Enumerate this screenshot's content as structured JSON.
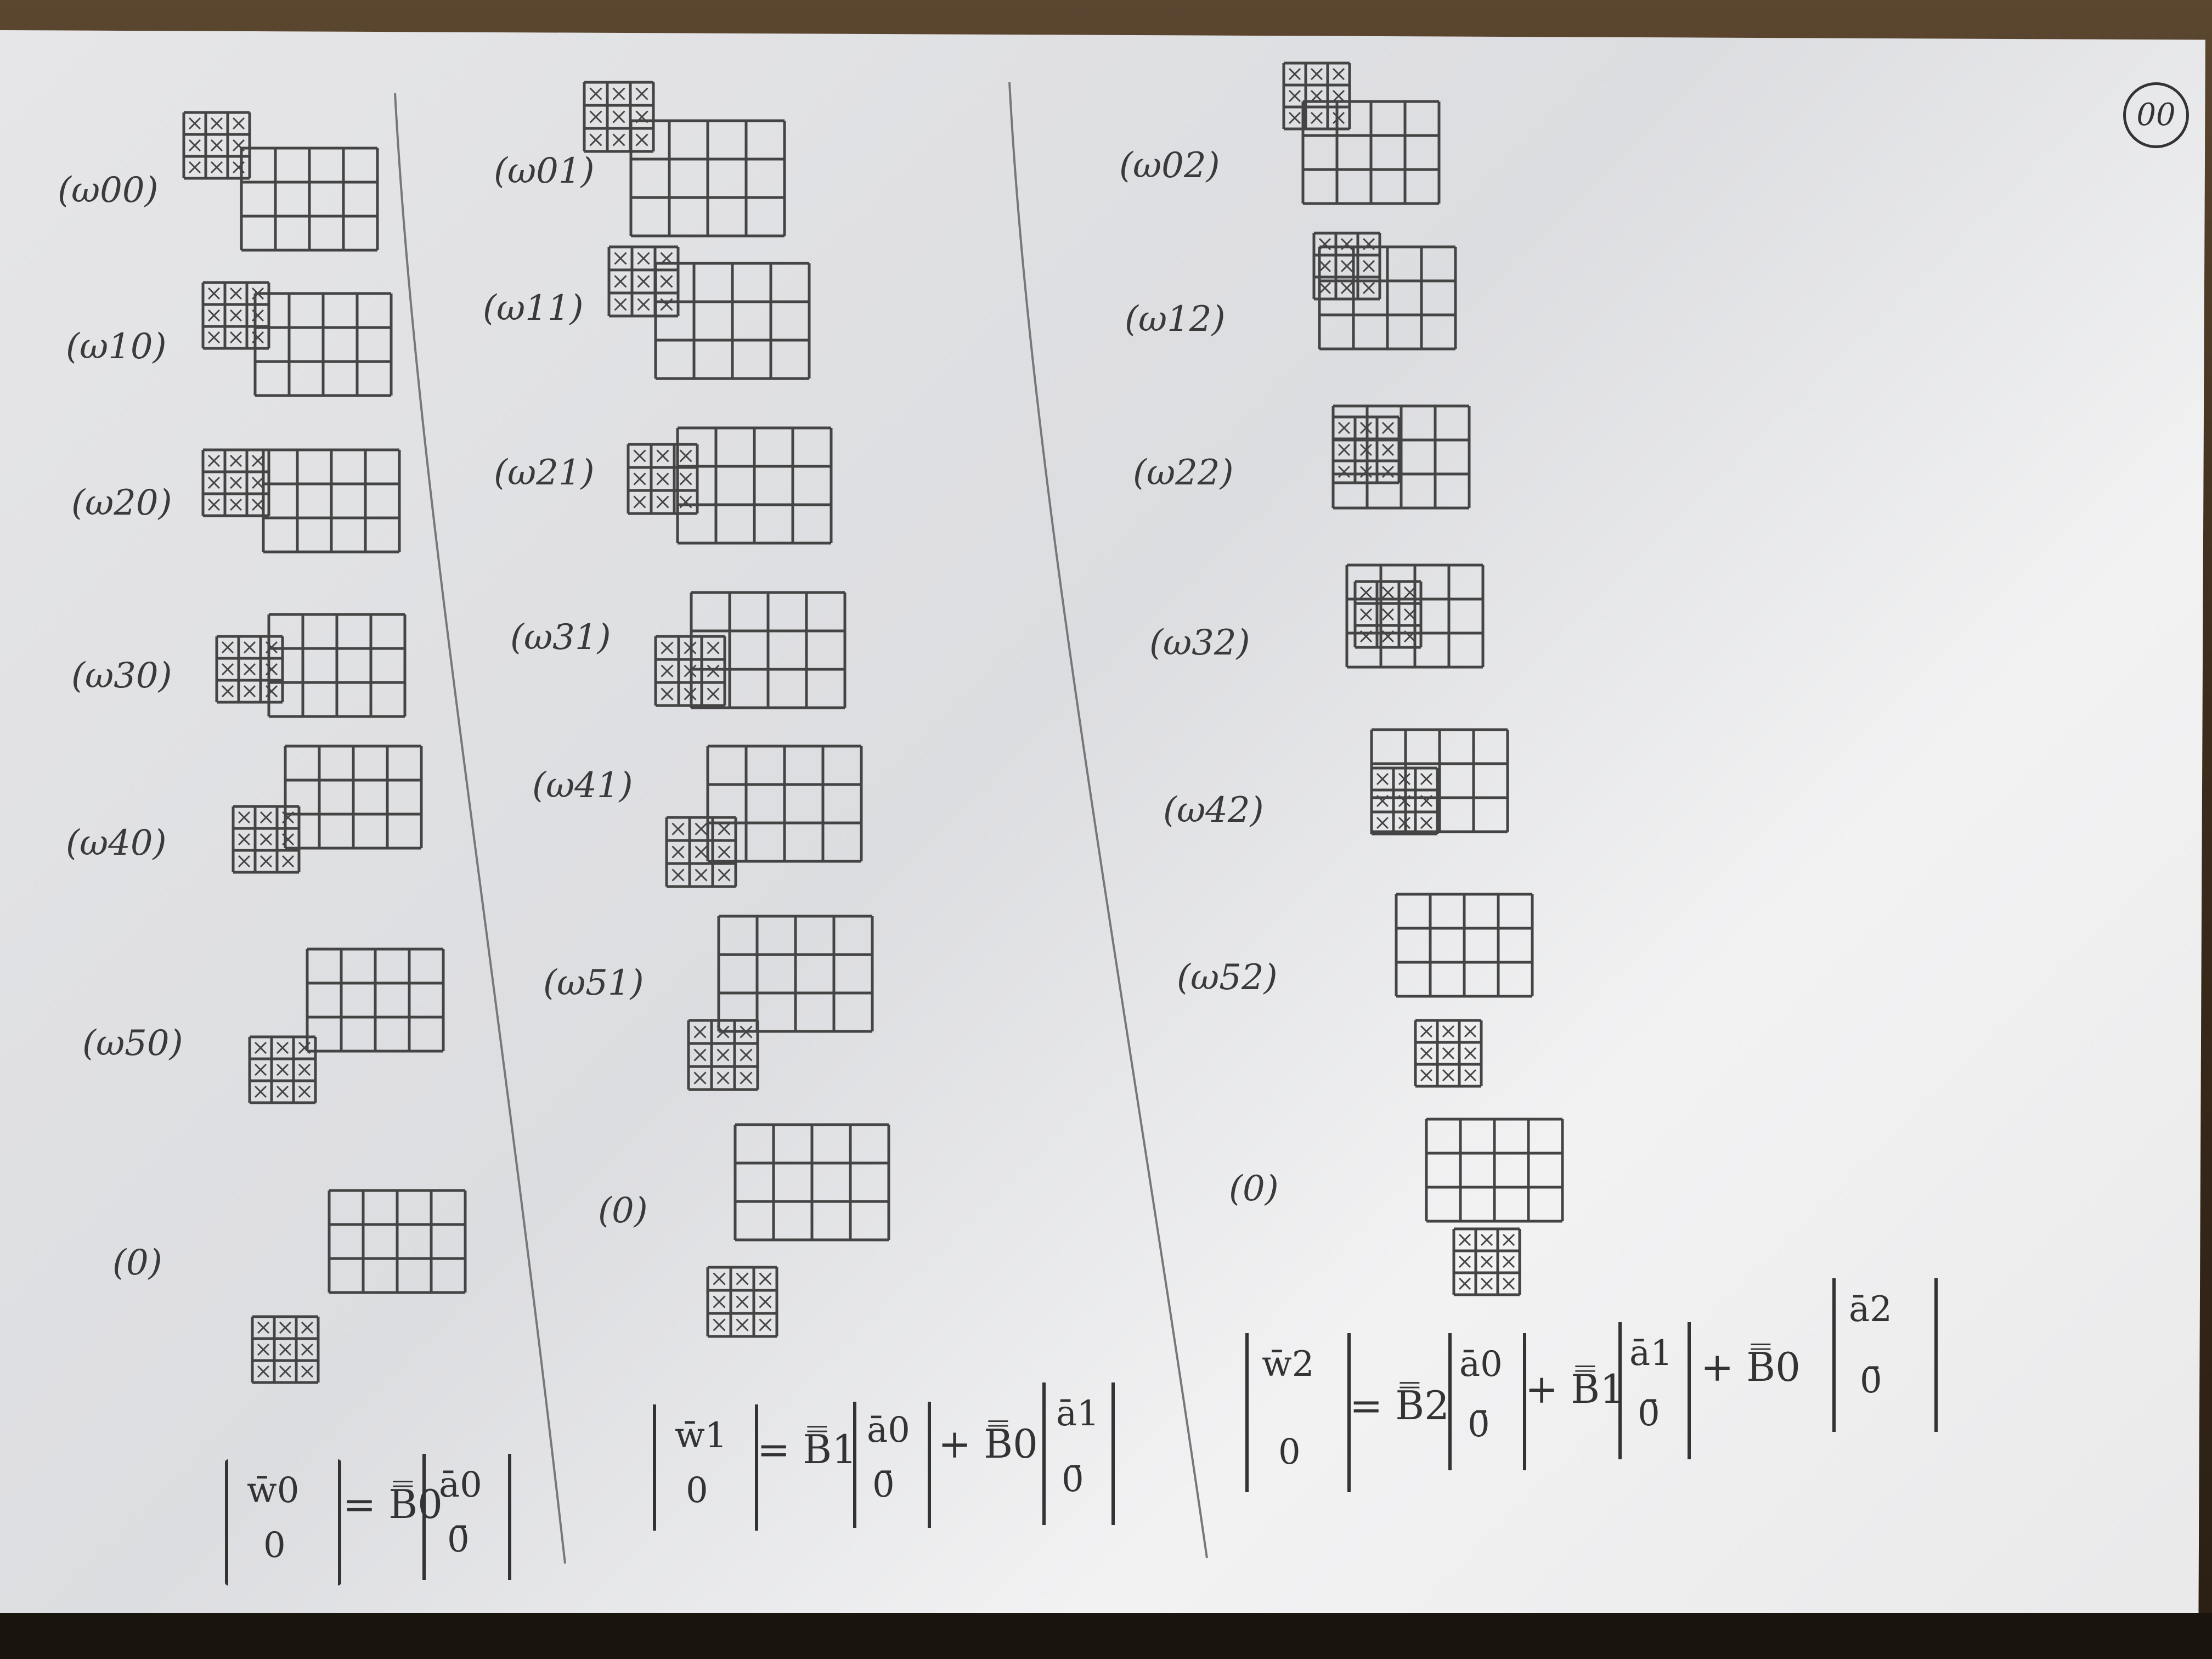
{
  "page_number": "00",
  "columns": [
    {
      "id": "col0",
      "rows": [
        {
          "label": "(ω00)"
        },
        {
          "label": "(ω10)"
        },
        {
          "label": "(ω20)"
        },
        {
          "label": "(ω30)"
        },
        {
          "label": "(ω40)"
        },
        {
          "label": "(ω50)"
        },
        {
          "label": "(0)"
        }
      ],
      "equation": {
        "lhs_top": "w̄0",
        "lhs_bottom": "0",
        "rhs": "= B̿0",
        "vec_top": "ā0",
        "vec_bottom": "0̄"
      }
    },
    {
      "id": "col1",
      "rows": [
        {
          "label": "(ω01)"
        },
        {
          "label": "(ω11)"
        },
        {
          "label": "(ω21)"
        },
        {
          "label": "(ω31)"
        },
        {
          "label": "(ω41)"
        },
        {
          "label": "(ω51)"
        },
        {
          "label": "(0)"
        }
      ],
      "equation": {
        "lhs_top": "w̄1",
        "lhs_bottom": "0",
        "rhs": "= B̿1",
        "vec_top": "ā0",
        "vec_bottom": "0̄",
        "plus": "+ B̿0",
        "vec2_top": "ā1",
        "vec2_bottom": "0̄"
      }
    },
    {
      "id": "col2",
      "rows": [
        {
          "label": "(ω02)"
        },
        {
          "label": "(ω12)"
        },
        {
          "label": "(ω22)"
        },
        {
          "label": "(ω32)"
        },
        {
          "label": "(ω42)"
        },
        {
          "label": "(ω52)"
        },
        {
          "label": "(0)"
        }
      ],
      "equation": {
        "lhs_top": "w̄2",
        "lhs_bottom": "0",
        "rhs": "= B̿2",
        "vec_top": "ā0",
        "vec_bottom": "0̄",
        "plus": "+ B̿1",
        "vec2_top": "ā1",
        "vec2_bottom": "0̄",
        "plus2": "+ B̿0",
        "vec3_top": "ā2",
        "vec3_bottom": "0̄"
      }
    }
  ]
}
